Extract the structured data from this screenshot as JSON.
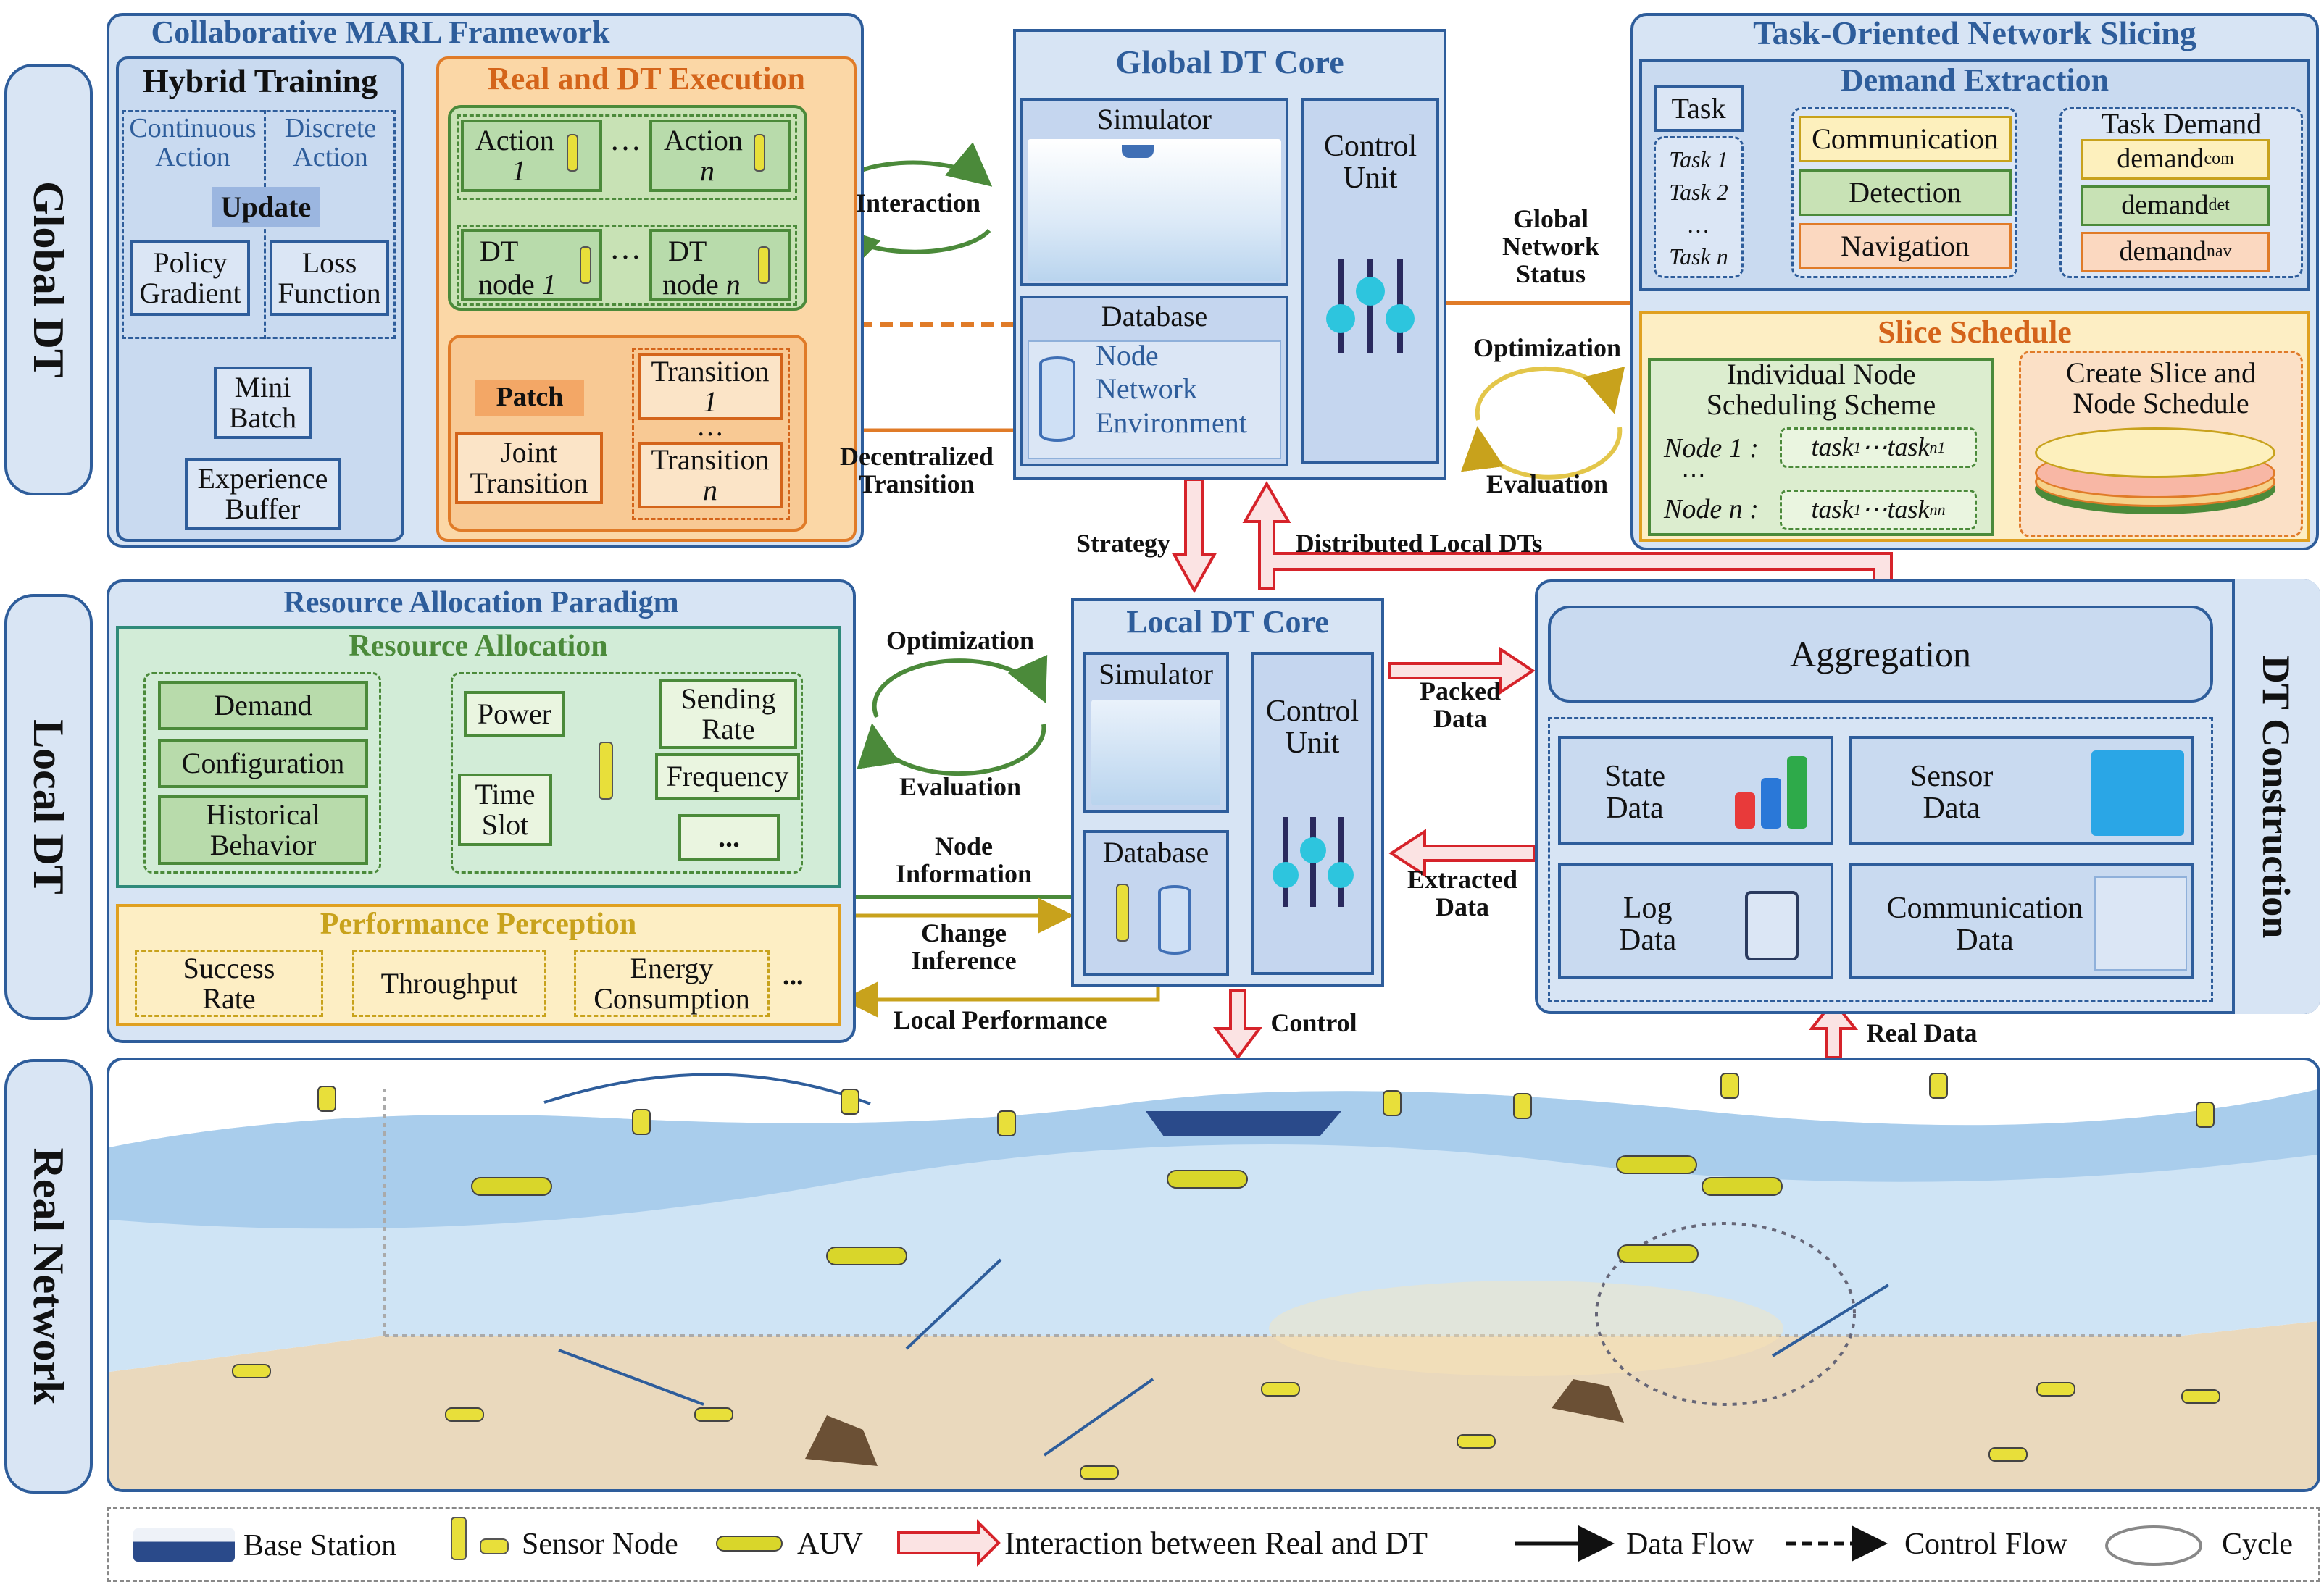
{
  "side_labels": {
    "global": "Global DT",
    "local": "Local DT",
    "real": "Real Network",
    "dt_construction": "DT Construction"
  },
  "marl": {
    "title": "Collaborative MARL Framework",
    "hybrid": {
      "title": "Hybrid Training",
      "continuous": [
        "Continuous",
        "Action"
      ],
      "discrete": [
        "Discrete",
        "Action"
      ],
      "update": "Update",
      "policy": [
        "Policy",
        "Gradient"
      ],
      "loss": [
        "Loss",
        "Function"
      ],
      "mini": [
        "Mini",
        "Batch"
      ],
      "exp": [
        "Experience",
        "Buffer"
      ]
    },
    "exec": {
      "title": "Real and DT Execution",
      "action1": [
        "Action",
        "1"
      ],
      "actionn": [
        "Action",
        "n"
      ],
      "dt1": [
        "DT",
        "node",
        "1"
      ],
      "dtn": [
        "DT",
        "node",
        "n"
      ],
      "dots": "…",
      "patch": "Patch",
      "joint": [
        "Joint",
        "Transition"
      ],
      "tr1": [
        "Transition",
        "1"
      ],
      "trn": [
        "Transition",
        "n"
      ]
    }
  },
  "global_core": {
    "title": "Global DT Core",
    "simulator": "Simulator",
    "database": "Database",
    "db_items": [
      "Node",
      "Network",
      "Environment"
    ],
    "control": [
      "Control",
      "Unit"
    ]
  },
  "slicing": {
    "title": "Task-Oriented Network Slicing",
    "demand_title": "Demand Extraction",
    "task": "Task",
    "tasks": [
      "Task 1",
      "Task 2",
      "…",
      "Task n"
    ],
    "categories": [
      "Communication",
      "Detection",
      "Navigation"
    ],
    "task_demand": "Task Demand",
    "demands": [
      {
        "base": "demand",
        "sub": "com"
      },
      {
        "base": "demand",
        "sub": "det"
      },
      {
        "base": "demand",
        "sub": "nav"
      }
    ],
    "schedule_title": "Slice Schedule",
    "individual": [
      "Individual Node",
      "Scheduling Scheme"
    ],
    "node1": "Node 1 :",
    "noden": "Node n :",
    "vdots": "⋯",
    "task_row1": {
      "a": "task",
      "as": "1",
      "mid": " ⋯ ",
      "b": "task",
      "bs": "n1"
    },
    "task_rown": {
      "a": "task",
      "as": "1",
      "mid": " ⋯ ",
      "b": "task",
      "bs": "nn"
    },
    "create": [
      "Create Slice and",
      "Node Schedule"
    ]
  },
  "labels_mid": {
    "interaction": "Interaction",
    "global_status": [
      "Global",
      "Network",
      "Status"
    ],
    "optimization": "Optimization",
    "evaluation": "Evaluation",
    "decentralized": [
      "Decentralized",
      "Transition"
    ],
    "strategy": "Strategy",
    "distributed": "Distributed Local DTs",
    "packed": [
      "Packed",
      "Data"
    ],
    "extracted": [
      "Extracted",
      "Data"
    ],
    "node_info": [
      "Node",
      "Information"
    ],
    "change_inf": [
      "Change",
      "Inference"
    ],
    "local_perf": "Local Performance",
    "control": "Control",
    "real_data": "Real Data"
  },
  "resource": {
    "title": "Resource Allocation  Paradigm",
    "inner_title": "Resource Allocation",
    "left": [
      "Demand",
      "Configuration",
      [
        "Historical",
        "Behavior"
      ]
    ],
    "power": "Power",
    "timeslot": [
      "Time",
      "Slot"
    ],
    "sending": [
      "Sending",
      "Rate"
    ],
    "frequency": "Frequency",
    "more": "...",
    "perf_title": "Performance Perception",
    "perf_items": [
      [
        "Success",
        "Rate"
      ],
      [
        "Throughput"
      ],
      [
        "Energy",
        "Consumption"
      ]
    ],
    "perf_more": "..."
  },
  "local_core": {
    "title": "Local DT Core",
    "simulator": "Simulator",
    "database": "Database",
    "control": [
      "Control",
      "Unit"
    ]
  },
  "construction": {
    "aggregation": "Aggregation",
    "state": [
      "State",
      "Data"
    ],
    "sensor": [
      "Sensor",
      "Data"
    ],
    "log": [
      "Log",
      "Data"
    ],
    "comm": [
      "Communication",
      "Data"
    ]
  },
  "legend": {
    "base_station": "Base Station",
    "sensor": "Sensor Node",
    "auv": "AUV",
    "interaction": "Interaction between Real and DT",
    "data_flow": "Data Flow",
    "control_flow": "Control Flow",
    "cycle": "Cycle"
  },
  "colors": {
    "blue": "#2e5d9b",
    "orange": "#e07b28",
    "green": "#4b8a3a",
    "red": "#d6232a",
    "yellow": "#e3c64a"
  }
}
